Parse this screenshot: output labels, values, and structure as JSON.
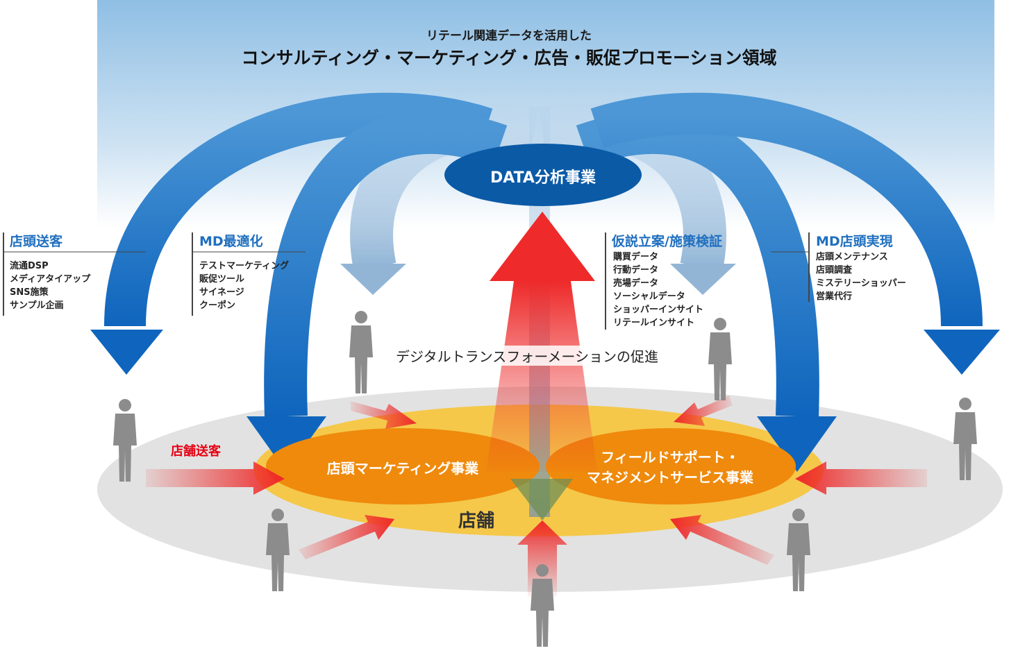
{
  "header": {
    "subtitle": "リテール関連データを活用した",
    "title": "コンサルティング・マーケティング・広告・販促プロモーション領域"
  },
  "center": {
    "data_business": "DATA分析事業"
  },
  "categories": [
    {
      "title": "店頭送客",
      "items": [
        "流通DSP",
        "メディアタイアップ",
        "SNS施策",
        "サンプル企画"
      ]
    },
    {
      "title": "MD最適化",
      "items": [
        "テストマーケティング",
        "販促ツール",
        "サイネージ",
        "クーポン"
      ]
    },
    {
      "title": "仮説立案/施策検証",
      "items": [
        "購買データ",
        "行動データ",
        "売場データ",
        "ソーシャルデータ",
        "ショッパーインサイト",
        "リテールインサイト"
      ]
    },
    {
      "title": "MD店頭実現",
      "items": [
        "店頭メンテナンス",
        "店頭調査",
        "ミステリーショッパー",
        "営業代行"
      ]
    }
  ],
  "dx_label": "デジタルトランスフォーメーションの促進",
  "store_traffic_label": "店舗送客",
  "store_label": "店舗",
  "businesses": {
    "storefront_marketing": "店頭マーケティング事業",
    "field_support_line1": "フィールドサポート・",
    "field_support_line2": "マネジメントサービス事業"
  },
  "colors": {
    "sky_top": "#8fbfe4",
    "blue_arrow": "#1a6fc4",
    "light_blue_arrow": "#7fa9d0",
    "red_arrow": "#ee2a2a",
    "orange": "#ef8a0c",
    "yellow_ring": "#f5c84a",
    "gray_floor": "#e2e2e2",
    "navy_ellipse": "#0b5aa6",
    "category_title": "#1f6fbf",
    "store_traffic": "#e60012"
  },
  "icons": [
    "person-silhouette-icon"
  ]
}
